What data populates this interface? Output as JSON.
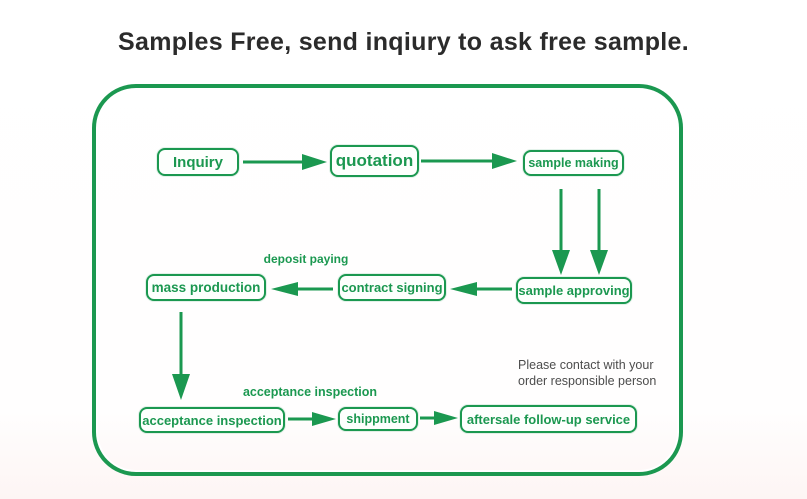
{
  "title": "Samples Free, send inqiury to ask free sample.",
  "diagram": {
    "nodes": {
      "inquiry": "Inquiry",
      "quotation": "quotation",
      "sample_making": "sample making",
      "sample_approving": "sample approving",
      "contract_signing": "contract signing",
      "mass_production": "mass production",
      "acceptance_inspection": "acceptance inspection",
      "shippment": "shippment",
      "aftersale": "aftersale follow-up service"
    },
    "edge_labels": {
      "deposit_paying": "deposit paying",
      "acceptance_inspection": "acceptance inspection"
    },
    "edges": [
      {
        "from": "inquiry",
        "to": "quotation",
        "label": ""
      },
      {
        "from": "quotation",
        "to": "sample_making",
        "label": ""
      },
      {
        "from": "sample_making",
        "to": "sample_approving",
        "label": "",
        "style": "double-vertical"
      },
      {
        "from": "sample_approving",
        "to": "contract_signing",
        "label": ""
      },
      {
        "from": "contract_signing",
        "to": "mass_production",
        "label": "deposit paying"
      },
      {
        "from": "mass_production",
        "to": "acceptance_inspection",
        "label": ""
      },
      {
        "from": "acceptance_inspection",
        "to": "shippment",
        "label": "acceptance inspection"
      },
      {
        "from": "shippment",
        "to": "aftersale",
        "label": ""
      }
    ],
    "note": "Please contact with your order responsible person"
  },
  "colors": {
    "green": "#1b9850",
    "title": "#2b2b2b",
    "note": "#4d4d4d"
  }
}
